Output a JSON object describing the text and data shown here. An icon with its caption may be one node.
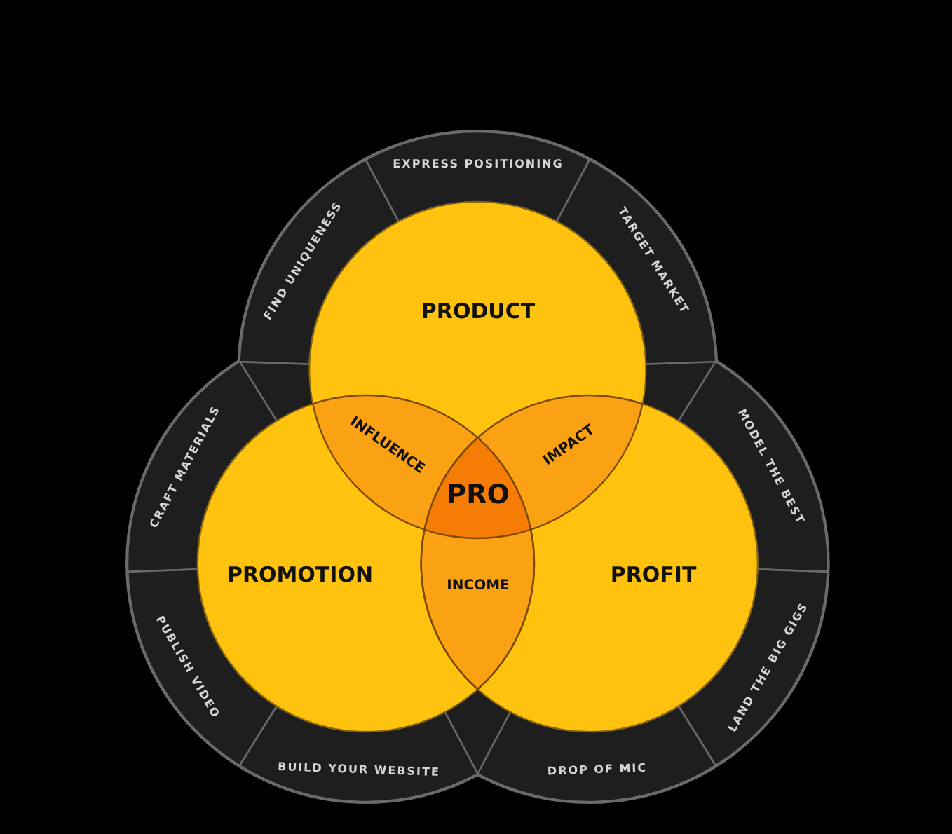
{
  "diagram": {
    "nodes": [
      {
        "text": [
          "FIND UNIQUENESS"
        ]
      },
      {
        "text": [
          "EXPRESS POSITIONING"
        ]
      },
      {
        "text": [
          "TARGET MARKET"
        ]
      },
      {
        "text": [
          "PRODUCT"
        ]
      },
      {
        "text": [
          "INFLUENCE"
        ]
      },
      {
        "text": [
          "IMPACT"
        ]
      },
      {
        "text": [
          "CRAFT MATERIALS"
        ]
      },
      {
        "text": [
          "MODEL THE BEST"
        ]
      },
      {
        "text": [
          "PRO"
        ]
      },
      {
        "text": [
          "PROMOTION"
        ]
      },
      {
        "text": [
          "INCOME"
        ]
      },
      {
        "text": [
          "PROFIT"
        ]
      },
      {
        "text": [
          "PUBLISH VIDEO"
        ]
      },
      {
        "text": [
          "LAND THE BIG GIGS"
        ]
      },
      {
        "text": [
          "BUILD YOUR WEBSITE"
        ]
      },
      {
        "text": [
          "DROP OF MIC"
        ]
      }
    ]
  }
}
